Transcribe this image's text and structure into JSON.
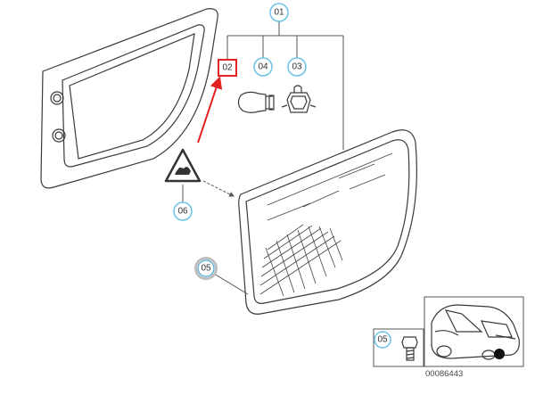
{
  "header_fragment": "...",
  "callouts": {
    "c01": "01",
    "c02": "02",
    "c03": "03",
    "c04": "04",
    "c05_main": "05",
    "c05_inset": "05",
    "c06": "06"
  },
  "diagram_reference": "00086443",
  "colors": {
    "callout_ring": "#6cc3e6",
    "highlight": "#e52222",
    "line": "#3a3a3a"
  },
  "icons": [
    "gasket-frame",
    "bulb-icon",
    "bulb-socket-icon",
    "warning-triangle-icon",
    "tail-light-lens",
    "bolt-icon",
    "car-silhouette-icon"
  ]
}
